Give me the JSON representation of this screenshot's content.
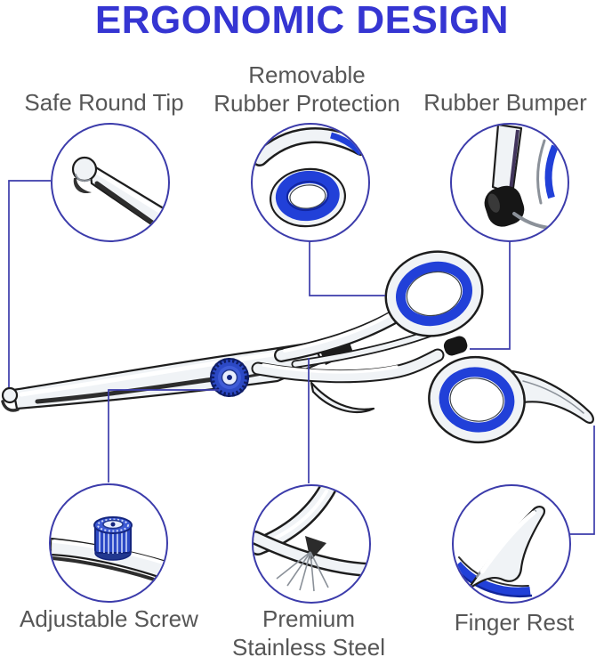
{
  "title": {
    "text": "ERGONOMIC DESIGN"
  },
  "features": [
    {
      "id": "safe-round-tip",
      "label": "Safe Round Tip",
      "lines": [
        "Safe Round Tip"
      ],
      "position": "top-left"
    },
    {
      "id": "removable-rubber-protection",
      "label": "Removable Rubber Protection",
      "lines": [
        "Removable",
        "Rubber Protection"
      ],
      "position": "top-center"
    },
    {
      "id": "rubber-bumper",
      "label": "Rubber Bumper",
      "lines": [
        "Rubber Bumper"
      ],
      "position": "top-right"
    },
    {
      "id": "adjustable-screw",
      "label": "Adjustable Screw",
      "lines": [
        "Adjustable Screw"
      ],
      "position": "bottom-left"
    },
    {
      "id": "premium-stainless-steel",
      "label": "Premium Stainless Steel",
      "lines": [
        "Premium",
        "Stainless Steel"
      ],
      "position": "bottom-center"
    },
    {
      "id": "finger-rest",
      "label": "Finger Rest",
      "lines": [
        "Finger Rest"
      ],
      "position": "bottom-right"
    }
  ],
  "illustration": {
    "subject": "hairdressing scissors with blue rubber ring inserts, blue adjustable screw, black rubber bumper and finger rest, lying diagonally with round tip pointing left"
  },
  "colors": {
    "background": "#ffffff",
    "title_blue": "#3535d2",
    "label_gray": "#565656",
    "callout_blue": "#3c3cab",
    "rubber_blue": "#2140d8",
    "screw_blue": "#2c49c5",
    "bumper_black": "#161616",
    "metal_light": "#f0f3f6",
    "outline_dark": "#1d1d1d"
  }
}
